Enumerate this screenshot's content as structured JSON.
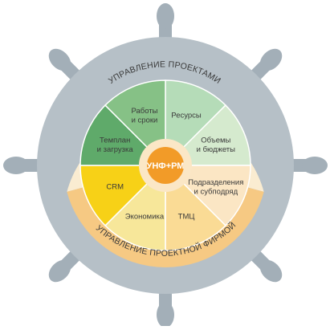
{
  "hub": {
    "label": "УНФ+РМ"
  },
  "arcs": {
    "top": "УПРАВЛЕНИЕ ПРОЕКТАМИ",
    "bottom": "УПРАВЛЕНИЕ ПРОЕКТНОЙ ФИРМОЙ"
  },
  "sectors": [
    {
      "id": "resources",
      "lines": [
        "Ресурсы"
      ]
    },
    {
      "id": "volumes-budgets",
      "lines": [
        "Объемы",
        "и бюджеты"
      ]
    },
    {
      "id": "divisions",
      "lines": [
        "Подразделения",
        "и субподряд"
      ]
    },
    {
      "id": "tmc",
      "lines": [
        "ТМЦ"
      ]
    },
    {
      "id": "economics",
      "lines": [
        "Экономика"
      ]
    },
    {
      "id": "crm",
      "lines": [
        "CRM"
      ]
    },
    {
      "id": "templates",
      "lines": [
        "Темплан",
        "и загрузка"
      ]
    },
    {
      "id": "works-terms",
      "lines": [
        "Работы",
        "и сроки"
      ]
    }
  ],
  "colors": {
    "wheel": "#a3afb8",
    "rim": "#b6c0c7",
    "upper_ring": "#faecd1",
    "lower_ring": "#f6c983",
    "resources": "#b5dcb8",
    "volumes_budgets": "#d5eace",
    "divisions": "#fbe6c4",
    "tmc": "#fadb95",
    "economics": "#f7e79a",
    "crm": "#f7d117",
    "templates": "#5faa6a",
    "works_terms": "#86c186",
    "hub_outer": "#fbe7c6",
    "hub_inner": "#f29b28",
    "hub_text": "#ffffff",
    "arc_text": "#3a3a3a",
    "label_text": "#3a3a3a"
  }
}
